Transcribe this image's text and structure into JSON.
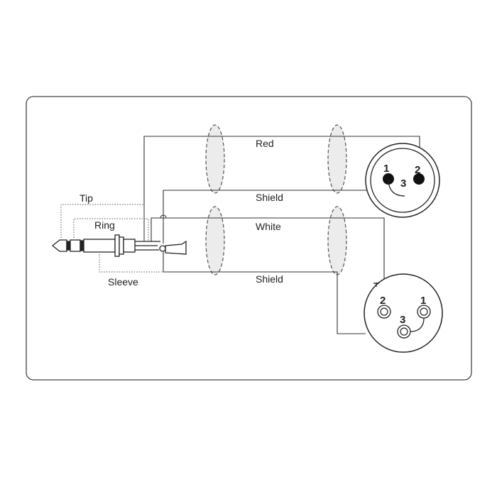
{
  "wires": {
    "red_label": "Red",
    "shield_top_label": "Shield",
    "white_label": "White",
    "shield_bottom_label": "Shield"
  },
  "trs_plug": {
    "tip_label": "Tip",
    "ring_label": "Ring",
    "sleeve_label": "Sleeve"
  },
  "xlr_male": {
    "pin1": "1",
    "pin2": "2",
    "pin3": "3"
  },
  "xlr_female": {
    "pin1": "1",
    "pin2": "2",
    "pin3": "3"
  },
  "colors": {
    "line": "#333333",
    "frame": "#444444",
    "shield_fill": "#ececec"
  }
}
